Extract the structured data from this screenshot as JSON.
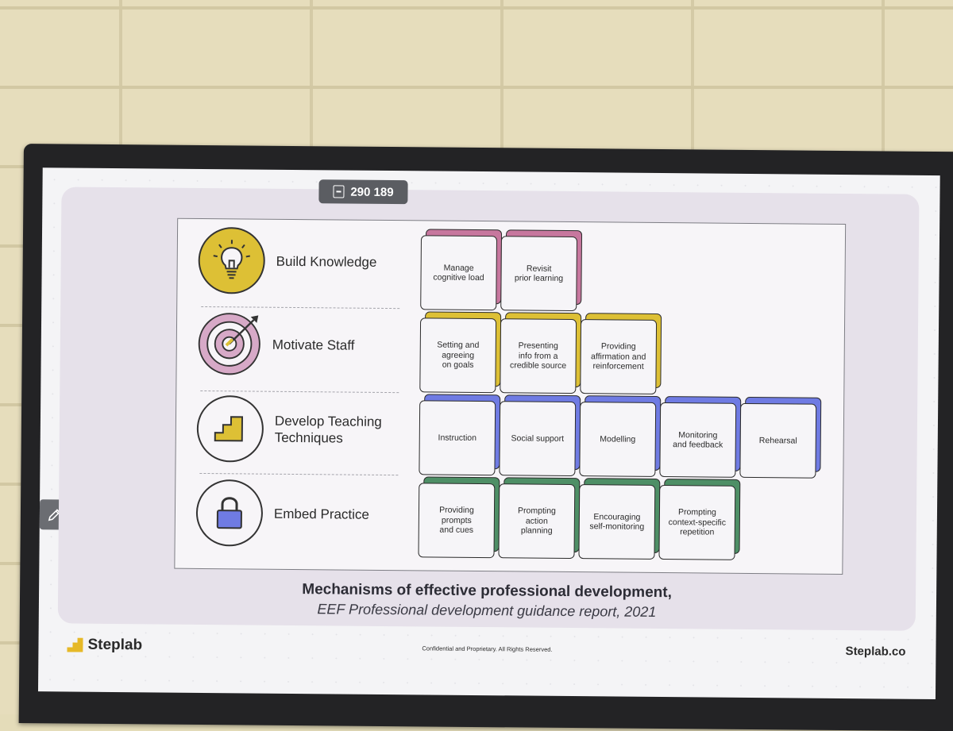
{
  "toolbar": {
    "viewer_count": "290 189"
  },
  "diagram": {
    "categories": [
      {
        "label": "Build Knowledge",
        "icon": "lightbulb-icon",
        "color": "#ddc035",
        "boxes": [
          "Manage\ncognitive load",
          "Revisit\nprior learning"
        ]
      },
      {
        "label": "Motivate Staff",
        "icon": "target-icon",
        "color": "#d7a9c7",
        "boxes": [
          "Setting and\nagreeing\non goals",
          "Presenting\ninfo from a\ncredible source",
          "Providing\naffirmation and\nreinforcement"
        ]
      },
      {
        "label": "Develop Teaching\nTechniques",
        "icon": "steps-icon",
        "color": "#6f7be3",
        "boxes": [
          "Instruction",
          "Social support",
          "Modelling",
          "Monitoring\nand feedback",
          "Rehearsal"
        ]
      },
      {
        "label": "Embed Practice",
        "icon": "padlock-icon",
        "color": "#4e8f66",
        "boxes": [
          "Providing\nprompts\nand cues",
          "Prompting\naction\nplanning",
          "Encouraging\nself-monitoring",
          "Prompting\ncontext-specific\nrepetition"
        ]
      }
    ],
    "colors": {
      "build": "#c7779e",
      "motivate": "#ddc035",
      "develop": "#6f7be3",
      "embed": "#4e8f66"
    }
  },
  "caption": {
    "title": "Mechanisms of effective professional development,",
    "subtitle": "EEF Professional development guidance report, 2021"
  },
  "footer": {
    "brand": "Steplab",
    "confidential": "Confidential and Proprietary.  All Rights Reserved.",
    "site": "Steplab.co"
  }
}
